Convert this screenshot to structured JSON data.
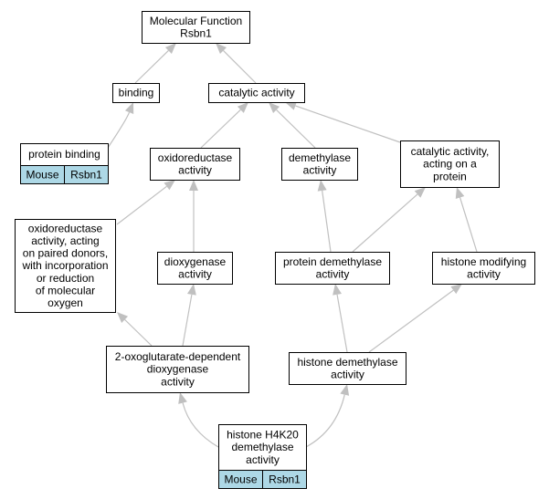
{
  "colors": {
    "edge": "#c0c0c0",
    "node_border": "#000000",
    "node_fill": "#ffffff",
    "annotation_fill": "#add8e6"
  },
  "nodes": {
    "root": {
      "lines": [
        "Molecular Function",
        "Rsbn1"
      ]
    },
    "binding": {
      "lines": [
        "binding"
      ]
    },
    "catalytic": {
      "lines": [
        "catalytic activity"
      ]
    },
    "protbind": {
      "lines": [
        "protein binding"
      ],
      "annotation": [
        "Mouse",
        "Rsbn1"
      ]
    },
    "oxido": {
      "lines": [
        "oxidoreductase",
        "activity"
      ]
    },
    "demeth": {
      "lines": [
        "demethylase",
        "activity"
      ]
    },
    "catprot": {
      "lines": [
        "catalytic activity,",
        "acting on a",
        "protein"
      ]
    },
    "oxidopaired": {
      "lines": [
        "oxidoreductase",
        "activity, acting",
        "on paired donors,",
        "with incorporation",
        "or reduction",
        "of molecular",
        "oxygen"
      ]
    },
    "dioxy": {
      "lines": [
        "dioxygenase",
        "activity"
      ]
    },
    "protdemeth": {
      "lines": [
        "protein demethylase",
        "activity"
      ]
    },
    "histmod": {
      "lines": [
        "histone modifying",
        "activity"
      ]
    },
    "oxoglu": {
      "lines": [
        "2-oxoglutarate-dependent",
        "dioxygenase",
        "activity"
      ]
    },
    "histdemeth": {
      "lines": [
        "histone demethylase",
        "activity"
      ]
    },
    "h4k20": {
      "lines": [
        "histone H4K20",
        "demethylase",
        "activity"
      ],
      "annotation": [
        "Mouse",
        "Rsbn1"
      ]
    }
  }
}
